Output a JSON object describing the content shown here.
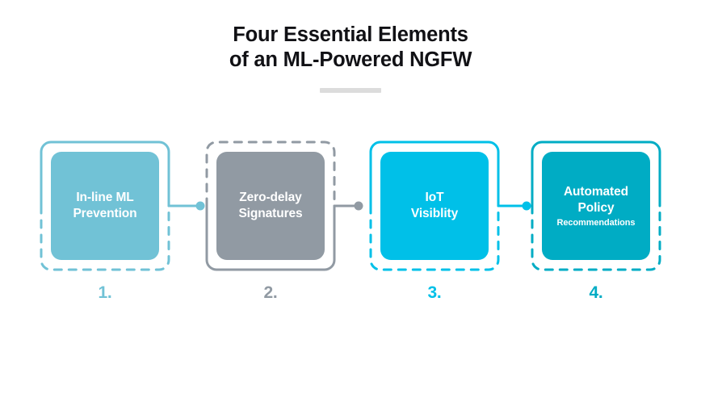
{
  "header": {
    "title_line_1": "Four Essential Elements",
    "title_line_2": "of an ML-Powered NGFW"
  },
  "diagram": {
    "cards": [
      {
        "id": "in-line-ml-prevention",
        "label_lines": [
          "In-line ML",
          "Prevention"
        ],
        "small_line": "",
        "number": "1.",
        "fill_color": "#71C2D6",
        "outline_color": "#71C2D6",
        "number_color": "#71C2D6",
        "solid_side": "top",
        "has_connector": true
      },
      {
        "id": "zero-delay-signatures",
        "label_lines": [
          "Zero-delay",
          "Signatures"
        ],
        "small_line": "",
        "number": "2.",
        "fill_color": "#919AA3",
        "outline_color": "#919AA3",
        "number_color": "#919AA3",
        "solid_side": "bottom",
        "has_connector": true
      },
      {
        "id": "iot-visiblity",
        "label_lines": [
          "IoT",
          "Visiblity"
        ],
        "small_line": "",
        "number": "3.",
        "fill_color": "#00C0E8",
        "outline_color": "#00C0E8",
        "number_color": "#00C0E8",
        "solid_side": "top",
        "has_connector": true
      },
      {
        "id": "automated-policy-recommendations",
        "label_lines": [
          "Automated",
          "Policy"
        ],
        "small_line": "Recommendations",
        "number": "4.",
        "fill_color": "#00ACC4",
        "outline_color": "#00ACC4",
        "number_color": "#00ACC4",
        "solid_side": "top",
        "has_connector": false
      }
    ]
  },
  "colors": {
    "background": "#ffffff",
    "title": "#111115",
    "divider": "#dcdcdc"
  }
}
